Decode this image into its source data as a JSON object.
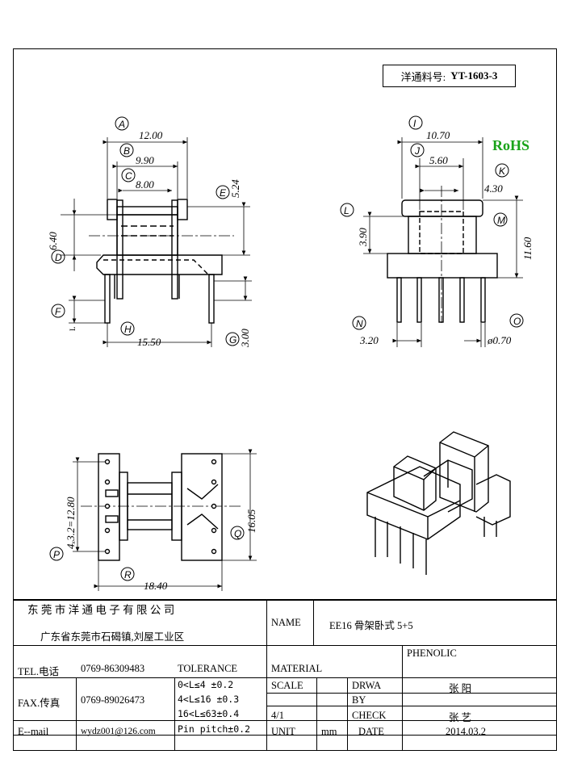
{
  "header": {
    "part_number_label": "洋通料号:",
    "part_number": "YT-1603-3",
    "rohs": "RoHS"
  },
  "dimensions": {
    "A": "12.00",
    "B": "9.90",
    "C": "8.00",
    "D": "6.40",
    "E": "5.24",
    "F": "L",
    "G": "3.00",
    "H": "15.50",
    "I": "10.70",
    "J": "5.60",
    "K": "4.30",
    "L": "3.90",
    "M": "11.60",
    "N": "3.20",
    "O": "ø0.70",
    "P": "4ₓ3.2=12.80",
    "Q": "16.05",
    "R": "18.40"
  },
  "title_block": {
    "company": "东 莞 市 洋 通 电 子 有 限 公 司",
    "address": "广东省东莞市石碣镇,刘屋工业区",
    "name_label": "NAME",
    "name_value": "EE16 骨架卧式 5+5",
    "tel_label": "TEL.电话",
    "tel_value": "0769-86309483",
    "fax_label": "FAX.传真",
    "fax_value": "0769-89026473",
    "email_label": "E--mail",
    "email_value": "wydz001@126.com",
    "tolerance_label": "TOLERANCE",
    "tolerance_lines": [
      "0<L≤4  ±0.2",
      "4<L≤16 ±0.3",
      "16<L≤63±0.4",
      "Pin pitch±0.2"
    ],
    "material_label": "MATERIAL",
    "material_value": "PHENOLIC",
    "scale_label": "SCALE",
    "scale_value": "4/1",
    "drawn_label_1": "DRWA",
    "drawn_label_2": "BY",
    "drawn_value": "张 阳",
    "check_label": "CHECK",
    "check_value": "张 艺",
    "unit_label": "UNIT",
    "unit_value": "mm",
    "date_label": "DATE",
    "date_value": "2014.03.2"
  }
}
